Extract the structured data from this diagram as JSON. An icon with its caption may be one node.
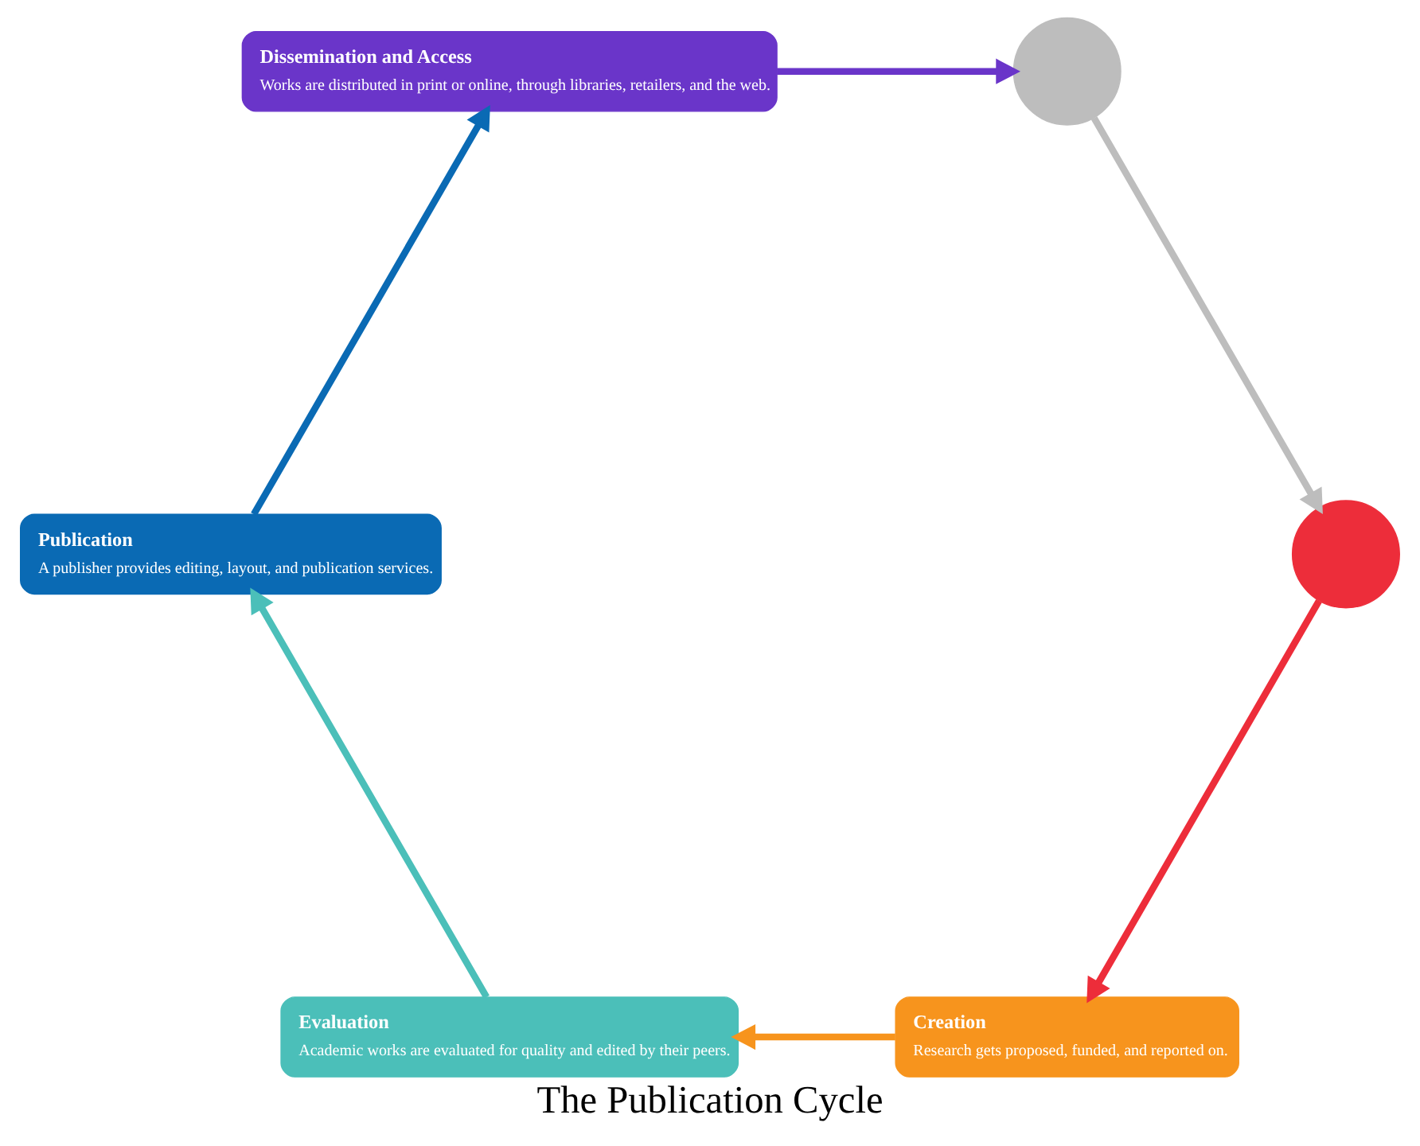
{
  "diagram": {
    "title": "The Publication Cycle",
    "nodes": [
      {
        "text": [
          "Creation",
          "Research gets proposed, funded, and reported on."
        ]
      },
      {
        "text": [
          "Evaluation",
          "Academic works are evaluated for quality and edited by their peers."
        ]
      },
      {
        "text": [
          "Publication",
          "A publisher provides editing, layout, and publication services."
        ]
      },
      {
        "text": [
          "Dissemination and Access",
          "Works are distributed in print or online, through libraries, retailers, and the web."
        ]
      },
      {
        "text": [],
        "shape": "circle"
      },
      {
        "text": [],
        "shape": "circle"
      }
    ],
    "edges": [
      {
        "from": 0,
        "to": 1,
        "arrow": "to",
        "color": "#f7941d"
      },
      {
        "from": 1,
        "to": 2,
        "arrow": "to",
        "color": "#4bbfb9"
      },
      {
        "from": 2,
        "to": 3,
        "arrow": "to",
        "color": "#0a6ab4"
      },
      {
        "from": 3,
        "to": 4,
        "arrow": "to",
        "color": "#6a35c9"
      },
      {
        "from": 4,
        "to": 5,
        "arrow": "to",
        "color": "#bdbdbd"
      },
      {
        "from": 5,
        "to": 0,
        "arrow": "to",
        "color": "#ed2d3a"
      }
    ]
  }
}
